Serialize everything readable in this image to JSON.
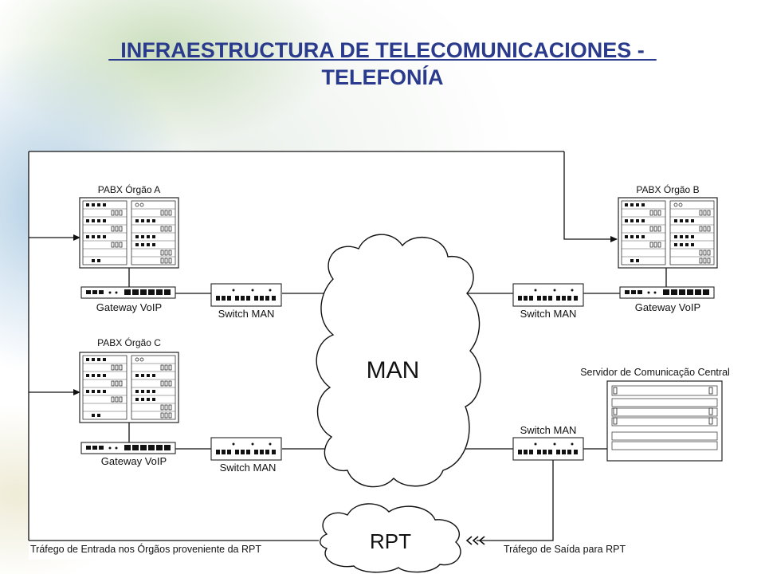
{
  "slide": {
    "title_line1": "  INFRAESTRUCTURA DE TELECOMUNICACIONES -  ",
    "title_line2": "TELEFONÍA"
  },
  "diagram": {
    "pabx_a": "PABX Órgão A",
    "pabx_b": "PABX Órgão B",
    "pabx_c": "PABX Órgão C",
    "gateway_a": "Gateway VoIP",
    "gateway_b": "Gateway VoIP",
    "gateway_c": "Gateway VoIP",
    "switch_a": "Switch MAN",
    "switch_b": "Switch MAN",
    "switch_c": "Switch MAN",
    "switch_central": "Switch MAN",
    "man_cloud": "MAN",
    "rpt_cloud": "RPT",
    "server": "Servidor de Comunicação Central",
    "inbound_traffic": "Tráfego de Entrada nos Órgãos proveniente da RPT",
    "outbound_traffic": "Tráfego de Saída para RPT"
  },
  "colors": {
    "title": "#2a3a8c",
    "diagram_bg": "#ffffff",
    "line": "#111111"
  }
}
